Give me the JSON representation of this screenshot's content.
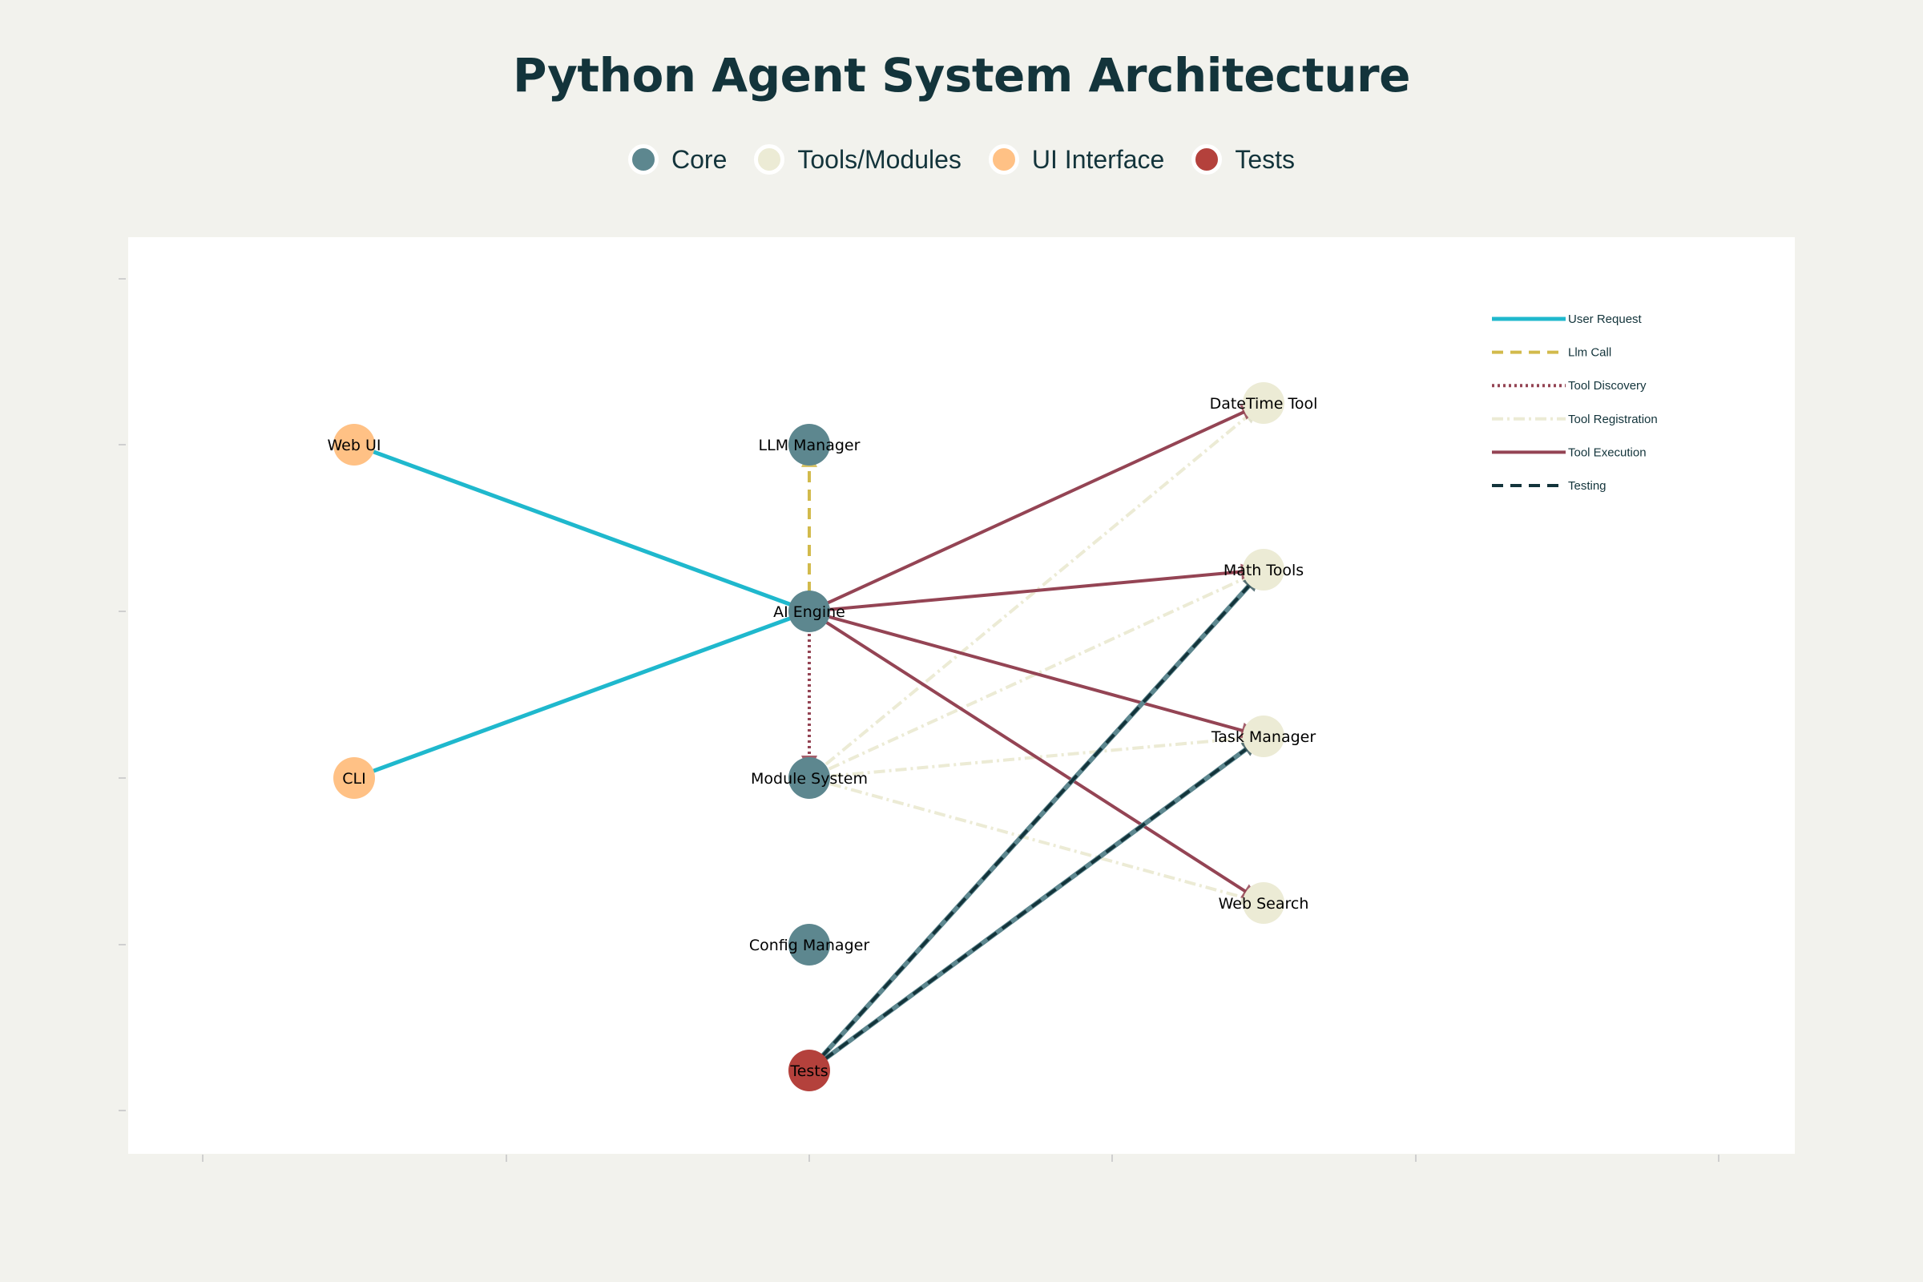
{
  "title": "Python Agent System Architecture",
  "node_legend": [
    {
      "label": "Core",
      "color": "#5d878f"
    },
    {
      "label": "Tools/Modules",
      "color": "#ecebd5"
    },
    {
      "label": "UI Interface",
      "color": "#ffc185"
    },
    {
      "label": "Tests",
      "color": "#b4413c"
    }
  ],
  "edge_legend": [
    {
      "label": "User Request",
      "color": "#1fb8cd",
      "style": "solid"
    },
    {
      "label": "Llm Call",
      "color": "#d2ba4c",
      "style": "dash"
    },
    {
      "label": "Tool Discovery",
      "color": "#944454",
      "style": "dot"
    },
    {
      "label": "Tool Registration",
      "color": "#ecebd5",
      "style": "dashdot"
    },
    {
      "label": "Tool Execution",
      "color": "#944454",
      "style": "solid"
    },
    {
      "label": "Testing",
      "color": "#13343b",
      "style": "dash"
    }
  ],
  "chart_data": {
    "type": "network",
    "nodes": [
      {
        "id": "web_ui",
        "label": "Web UI",
        "group": "UI Interface"
      },
      {
        "id": "cli",
        "label": "CLI",
        "group": "UI Interface"
      },
      {
        "id": "llm_manager",
        "label": "LLM Manager",
        "group": "Core"
      },
      {
        "id": "ai_engine",
        "label": "AI Engine",
        "group": "Core"
      },
      {
        "id": "module_system",
        "label": "Module System",
        "group": "Core"
      },
      {
        "id": "config_manager",
        "label": "Config Manager",
        "group": "Core"
      },
      {
        "id": "tests",
        "label": "Tests",
        "group": "Tests"
      },
      {
        "id": "datetime_tool",
        "label": "DateTime Tool",
        "group": "Tools/Modules"
      },
      {
        "id": "math_tools",
        "label": "Math Tools",
        "group": "Tools/Modules"
      },
      {
        "id": "task_manager",
        "label": "Task Manager",
        "group": "Tools/Modules"
      },
      {
        "id": "web_search",
        "label": "Web Search",
        "group": "Tools/Modules"
      }
    ],
    "edges": [
      {
        "from": "web_ui",
        "to": "ai_engine",
        "type": "User Request"
      },
      {
        "from": "cli",
        "to": "ai_engine",
        "type": "User Request"
      },
      {
        "from": "ai_engine",
        "to": "llm_manager",
        "type": "Llm Call"
      },
      {
        "from": "ai_engine",
        "to": "module_system",
        "type": "Tool Discovery"
      },
      {
        "from": "module_system",
        "to": "datetime_tool",
        "type": "Tool Registration"
      },
      {
        "from": "module_system",
        "to": "math_tools",
        "type": "Tool Registration"
      },
      {
        "from": "module_system",
        "to": "task_manager",
        "type": "Tool Registration"
      },
      {
        "from": "module_system",
        "to": "web_search",
        "type": "Tool Registration"
      },
      {
        "from": "ai_engine",
        "to": "datetime_tool",
        "type": "Tool Execution"
      },
      {
        "from": "ai_engine",
        "to": "math_tools",
        "type": "Tool Execution"
      },
      {
        "from": "ai_engine",
        "to": "task_manager",
        "type": "Tool Execution"
      },
      {
        "from": "ai_engine",
        "to": "web_search",
        "type": "Tool Execution"
      },
      {
        "from": "tests",
        "to": "math_tools",
        "type": "Testing"
      },
      {
        "from": "tests",
        "to": "task_manager",
        "type": "Testing"
      }
    ]
  }
}
